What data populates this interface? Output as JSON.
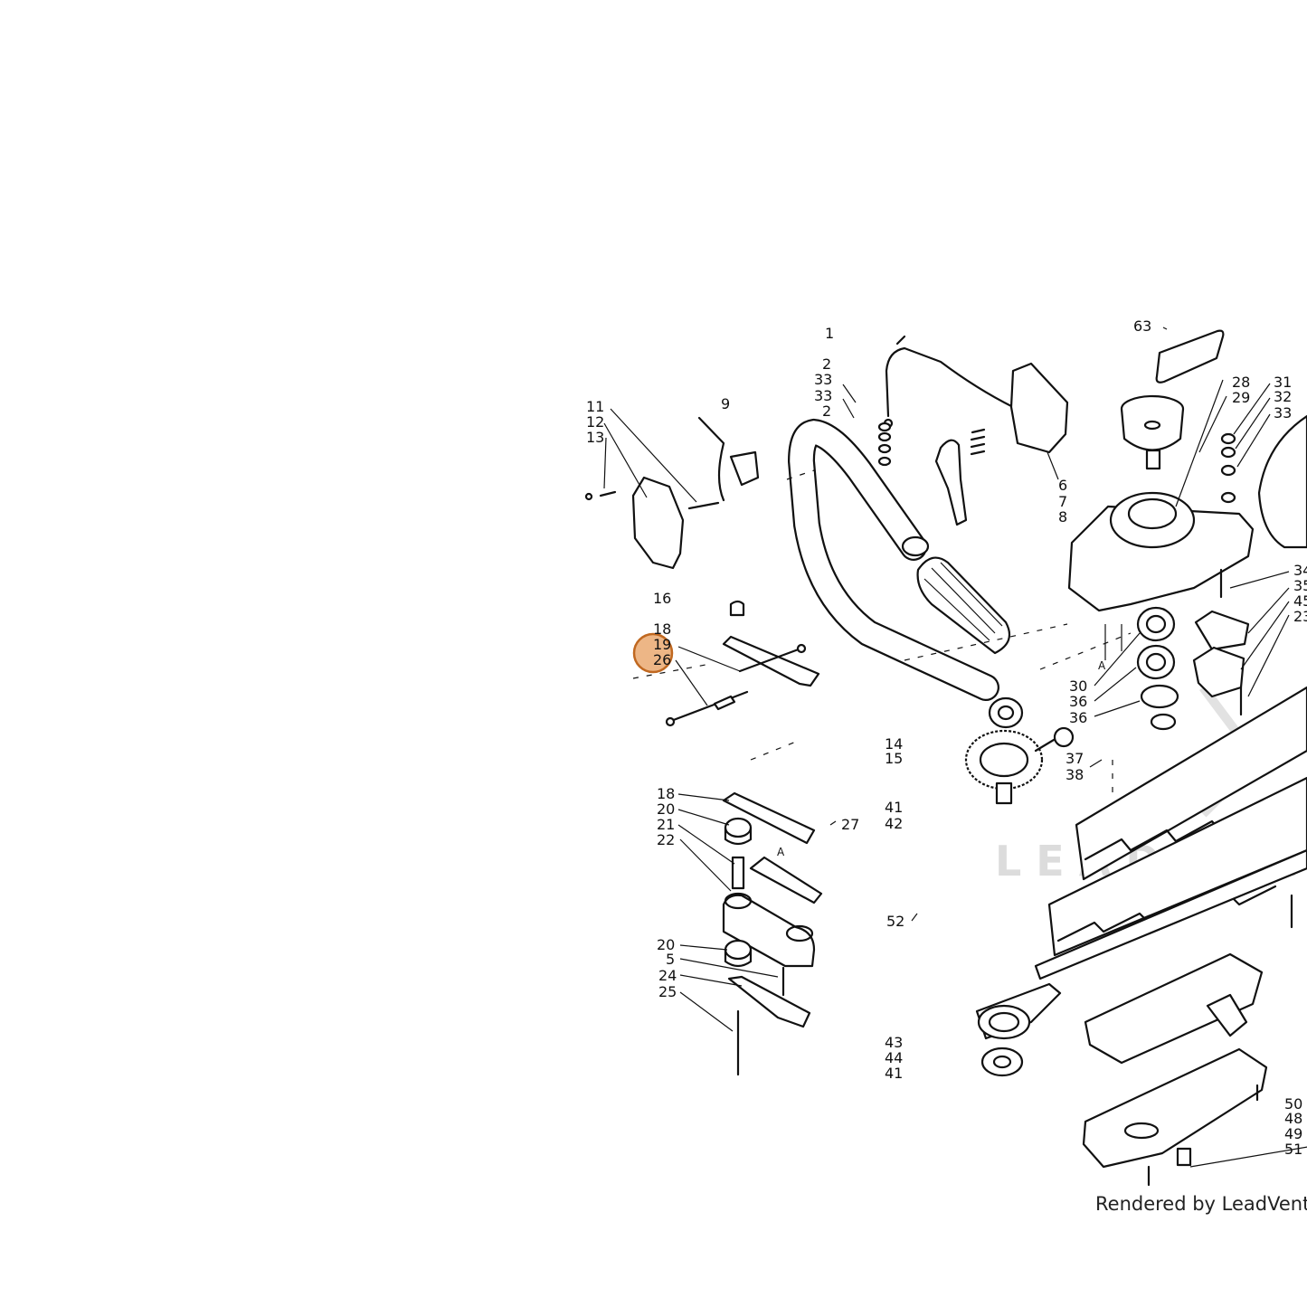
{
  "diagram": {
    "credit": "Rendered by LeadVentu",
    "watermark": "LEADVEN",
    "highlight_color": "#E8A468",
    "part_labels": [
      {
        "id": "l1",
        "text": "1"
      },
      {
        "id": "l2a",
        "text": "2"
      },
      {
        "id": "l33a",
        "text": "33"
      },
      {
        "id": "l33b",
        "text": "33"
      },
      {
        "id": "l2b",
        "text": "2"
      },
      {
        "id": "l63",
        "text": "63"
      },
      {
        "id": "l28",
        "text": "28"
      },
      {
        "id": "l29",
        "text": "29"
      },
      {
        "id": "l31",
        "text": "31"
      },
      {
        "id": "l32",
        "text": "32"
      },
      {
        "id": "l33c",
        "text": "33"
      },
      {
        "id": "l9",
        "text": "9"
      },
      {
        "id": "l11",
        "text": "11"
      },
      {
        "id": "l12",
        "text": "12"
      },
      {
        "id": "l13",
        "text": "13"
      },
      {
        "id": "l6",
        "text": "6"
      },
      {
        "id": "l7",
        "text": "7"
      },
      {
        "id": "l8",
        "text": "8"
      },
      {
        "id": "l16",
        "text": "16"
      },
      {
        "id": "l18a",
        "text": "18"
      },
      {
        "id": "l19",
        "text": "19"
      },
      {
        "id": "l26",
        "text": "26"
      },
      {
        "id": "l34",
        "text": "34"
      },
      {
        "id": "l35",
        "text": "35"
      },
      {
        "id": "l45",
        "text": "45"
      },
      {
        "id": "l23",
        "text": "23"
      },
      {
        "id": "l30",
        "text": "30"
      },
      {
        "id": "l36a",
        "text": "36"
      },
      {
        "id": "l36b",
        "text": "36"
      },
      {
        "id": "l14",
        "text": "14"
      },
      {
        "id": "l15",
        "text": "15"
      },
      {
        "id": "l37",
        "text": "37"
      },
      {
        "id": "l38",
        "text": "38"
      },
      {
        "id": "l18b",
        "text": "18"
      },
      {
        "id": "l20a",
        "text": "20"
      },
      {
        "id": "l21",
        "text": "21"
      },
      {
        "id": "l22",
        "text": "22"
      },
      {
        "id": "l27",
        "text": "27"
      },
      {
        "id": "l41a",
        "text": "41"
      },
      {
        "id": "l42",
        "text": "42"
      },
      {
        "id": "l52",
        "text": "52"
      },
      {
        "id": "l20b",
        "text": "20"
      },
      {
        "id": "l5",
        "text": "5"
      },
      {
        "id": "l24",
        "text": "24"
      },
      {
        "id": "l25",
        "text": "25"
      },
      {
        "id": "l43",
        "text": "43"
      },
      {
        "id": "l44",
        "text": "44"
      },
      {
        "id": "l41b",
        "text": "41"
      },
      {
        "id": "l50",
        "text": "50"
      },
      {
        "id": "l48",
        "text": "48"
      },
      {
        "id": "l49",
        "text": "49"
      },
      {
        "id": "l51",
        "text": "51"
      },
      {
        "id": "lA1",
        "text": "A"
      },
      {
        "id": "lA2",
        "text": "A"
      }
    ]
  }
}
